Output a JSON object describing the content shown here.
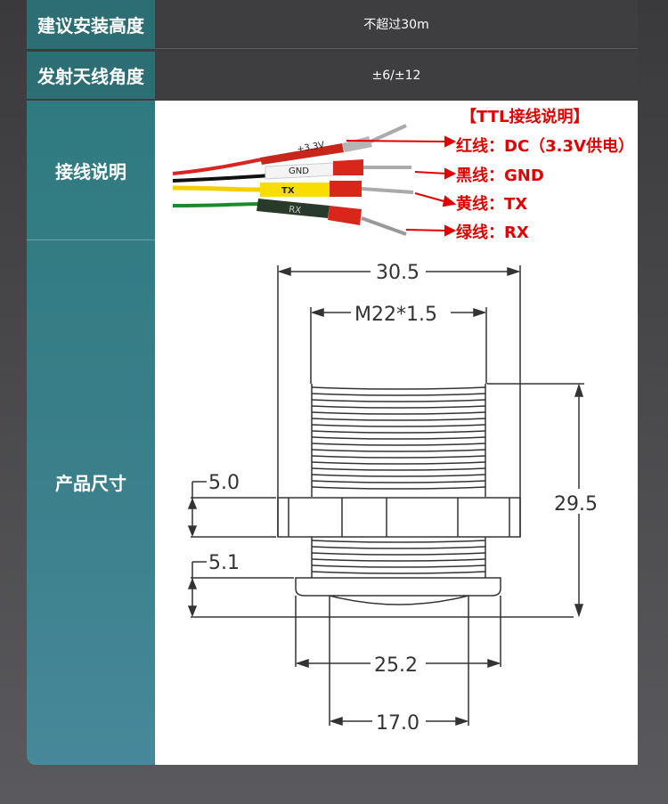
{
  "spec_rows": [
    {
      "label": "建议安装高度",
      "value": "不超过30m"
    },
    {
      "label": "发射天线角度",
      "value": "±6/±12"
    }
  ],
  "wiring": {
    "label": "接线说明",
    "title": "【TTL接线说明】",
    "lines": [
      "红线：DC（3.3V供电）",
      "黑线：GND",
      "黄线：TX",
      "绿线：RX"
    ],
    "sleeve_labels": [
      "+3.3V",
      "GND",
      "TX",
      "RX"
    ]
  },
  "dimensions": {
    "label": "产品尺寸",
    "values": [
      "30.5",
      "M22*1.5",
      "5.0",
      "5.1",
      "29.5",
      "25.2",
      "17.0"
    ]
  }
}
